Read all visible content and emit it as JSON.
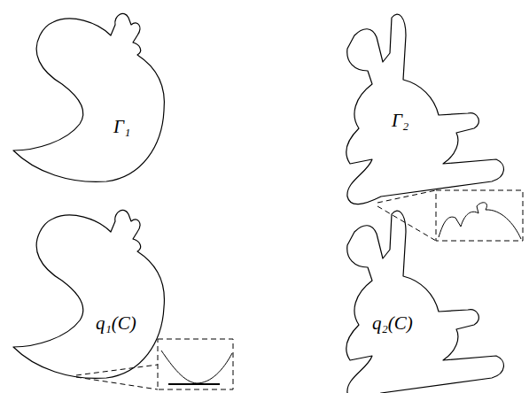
{
  "diagram": {
    "nodes": [
      {
        "text": [
          "Γ₁"
        ]
      },
      {
        "text": [
          "Γ₂"
        ]
      },
      {
        "text": [
          "q₁(C)"
        ]
      },
      {
        "text": [
          "q₂(C)"
        ]
      }
    ]
  }
}
